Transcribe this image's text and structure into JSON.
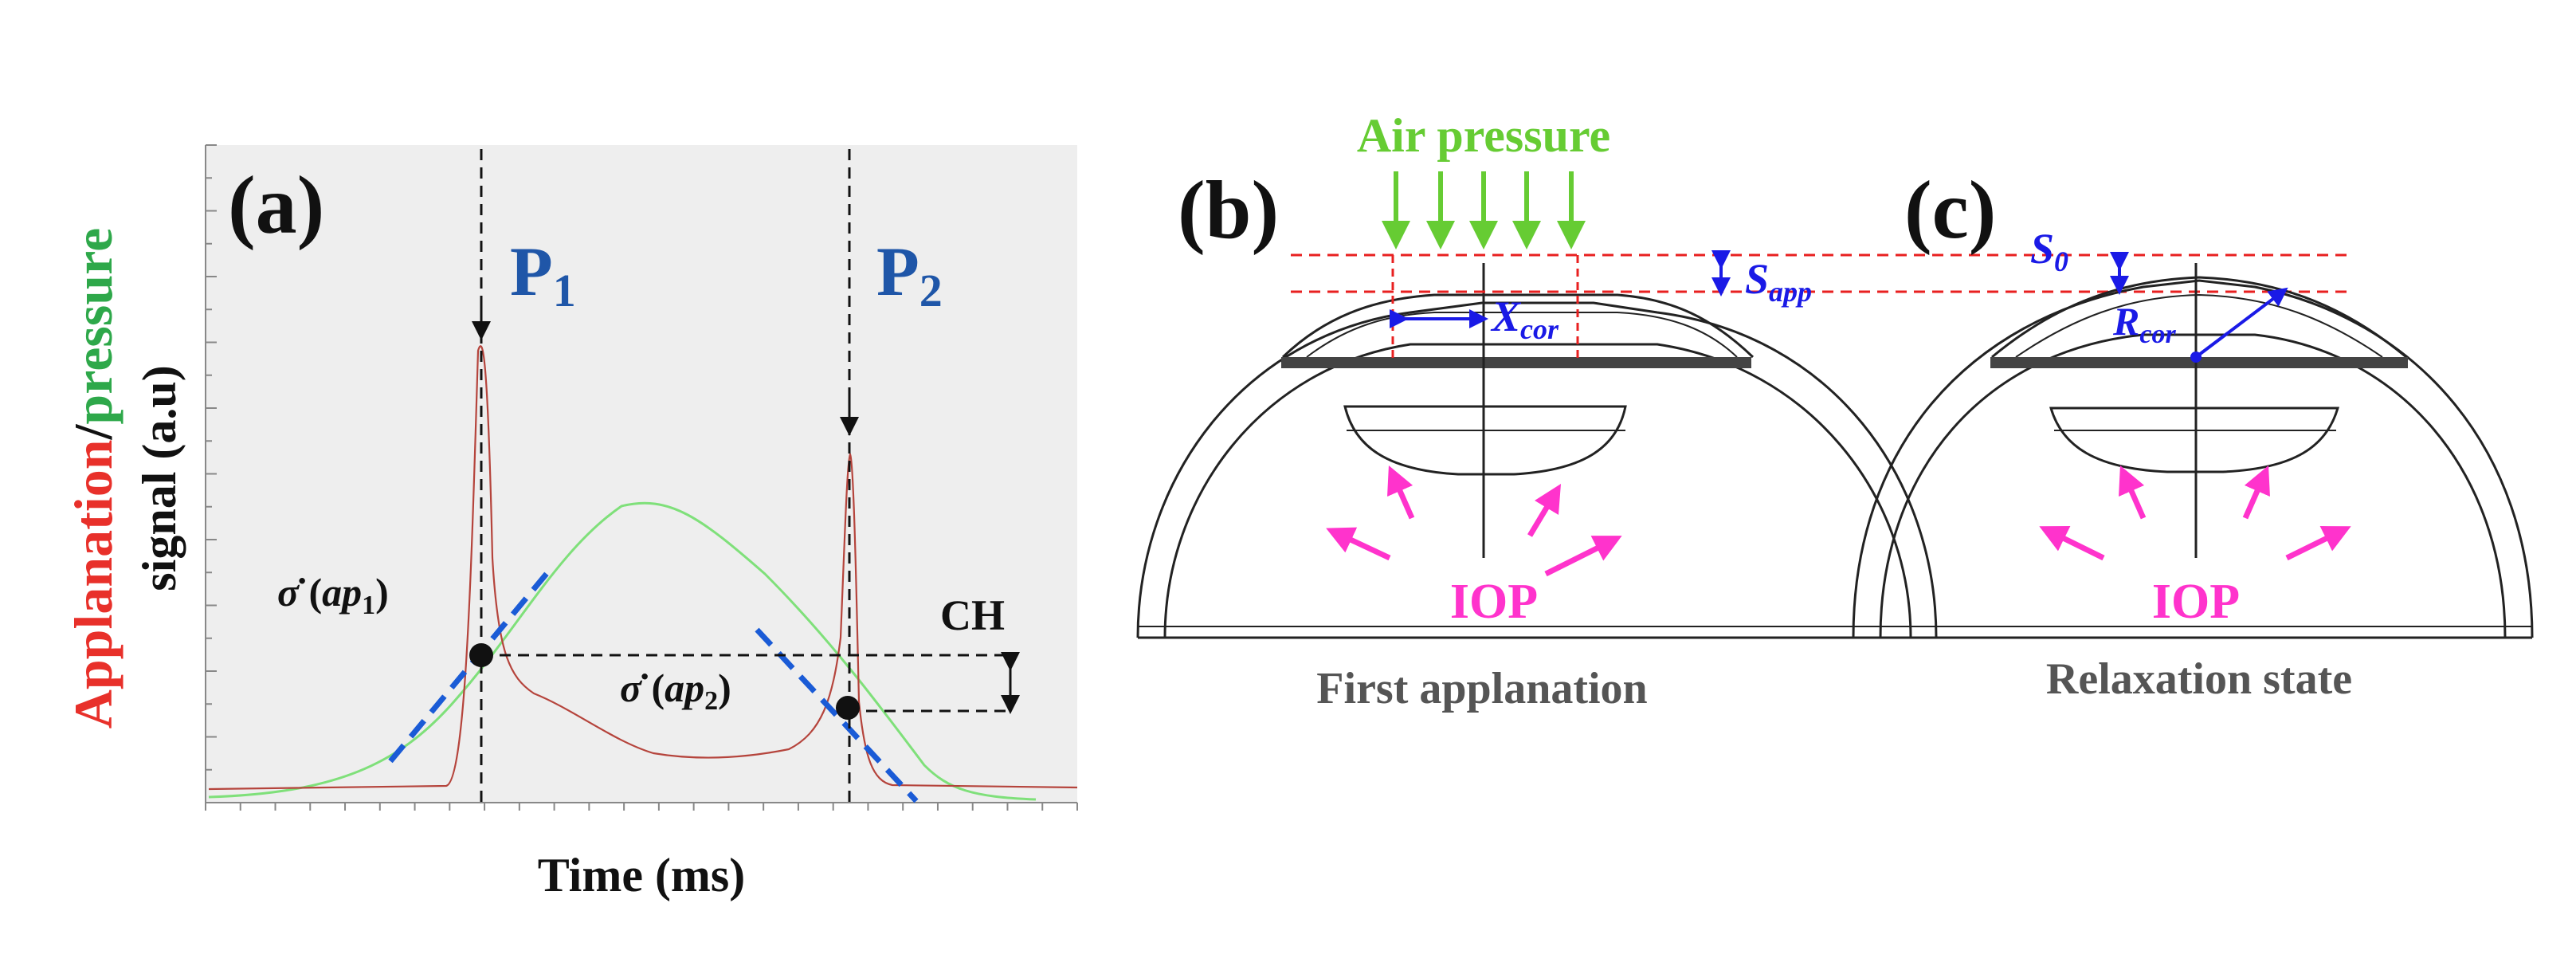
{
  "panel_a": {
    "panel_label": "(a)",
    "x_axis_label": "Time (ms)",
    "y_axis_label_part1": "Applanation",
    "y_axis_label_sep": "/",
    "y_axis_label_part2": "pressure",
    "y_axis_label_line2": "signal (a.u)",
    "peak1_base": "P",
    "peak1_sub": "1",
    "peak2_base": "P",
    "peak2_sub": "2",
    "point1_sigma": "σ̇",
    "point1_arg_open": " (",
    "point1_arg": "ap",
    "point1_sub": "1",
    "point1_arg_close": ")",
    "point2_sigma": "σ̇",
    "point2_arg_open": " (",
    "point2_arg": "ap",
    "point2_sub": "2",
    "point2_arg_close": ")",
    "ch_label": "CH",
    "colors": {
      "applanation": "#e8302a",
      "pressure": "#2ea84a",
      "peak_label": "#1f56a8",
      "slope": "#1a5bd6",
      "plot_bg": "#eeeeee",
      "applanation_trace": "#b5443c",
      "pressure_trace": "#7fe07a"
    }
  },
  "panel_b": {
    "panel_label": "(b)",
    "air_pressure": "Air pressure",
    "s_app_base": "S",
    "s_app_sub": "app",
    "x_cor_base": "X",
    "x_cor_sub": "cor",
    "iop": "IOP",
    "caption": "First applanation"
  },
  "panel_c": {
    "panel_label": "(c)",
    "s0_base": "S",
    "s0_sub": "0",
    "r_cor_base": "R",
    "r_cor_sub": "cor",
    "iop": "IOP",
    "caption": "Relaxation state"
  },
  "colors": {
    "air": "#66cc33",
    "iop": "#ff33cc",
    "dim": "#1a1ae6",
    "dashed_red": "#e82020",
    "caption": "#555555"
  }
}
